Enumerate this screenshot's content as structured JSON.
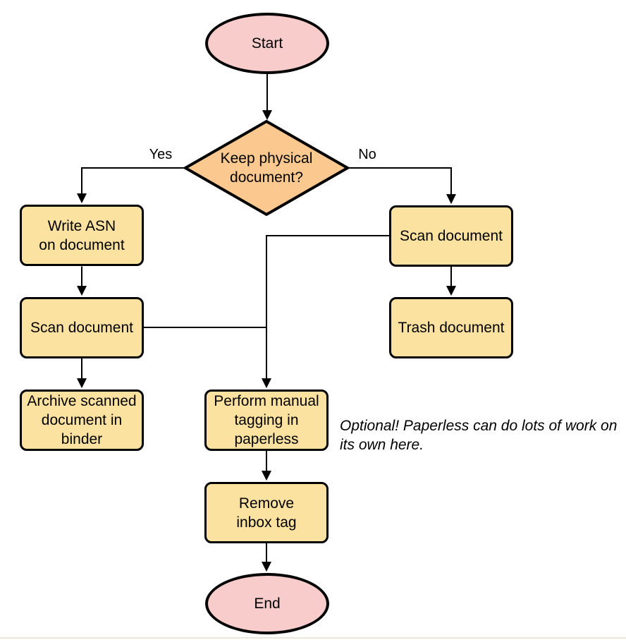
{
  "diagram": {
    "type": "flowchart",
    "colors": {
      "process_fill": "#fce2a0",
      "decision_fill": "#fbc88f",
      "terminator_fill": "#f8cccb",
      "stroke": "#000000",
      "text": "#000000"
    },
    "nodes": {
      "start": {
        "label": "Start",
        "shape": "terminator"
      },
      "decision": {
        "label": "Keep physical\ndocument?",
        "shape": "decision"
      },
      "write_asn": {
        "label": "Write ASN\non document",
        "shape": "process"
      },
      "scan_left": {
        "label": "Scan document",
        "shape": "process"
      },
      "archive": {
        "label": "Archive scanned\ndocument in\nbinder",
        "shape": "process"
      },
      "scan_right": {
        "label": "Scan document",
        "shape": "process"
      },
      "trash": {
        "label": "Trash document",
        "shape": "process"
      },
      "tagging": {
        "label": "Perform manual\ntagging in\npaperless",
        "shape": "process"
      },
      "remove_inbox": {
        "label": "Remove\ninbox tag",
        "shape": "process"
      },
      "end": {
        "label": "End",
        "shape": "terminator"
      }
    },
    "edge_labels": {
      "yes": "Yes",
      "no": "No"
    },
    "note": "Optional! Paperless can do lots of work on\nits own here."
  }
}
